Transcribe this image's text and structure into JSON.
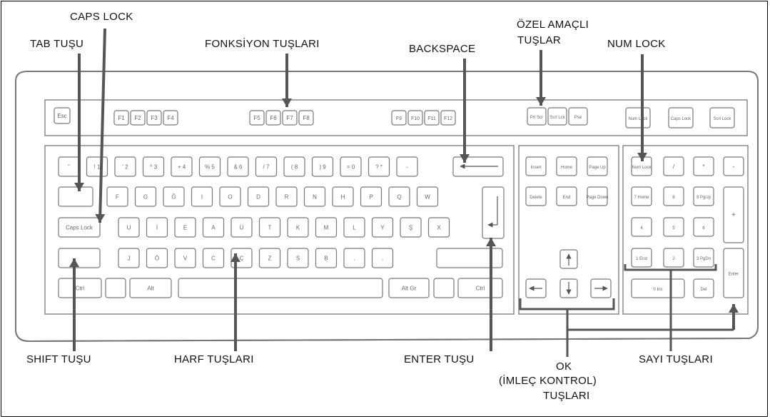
{
  "labels": {
    "caps_lock": "CAPS LOCK",
    "tab": "TAB TUŞU",
    "function_keys": "FONKSİYON TUŞLARI",
    "backspace": "BACKSPACE",
    "special_line1": "ÖZEL AMAÇLI",
    "special_line2": "TUŞLAR",
    "num_lock": "NUM LOCK",
    "shift": "SHIFT TUŞU",
    "letter_keys": "HARF TUŞLARI",
    "enter": "ENTER TUŞU",
    "arrow_line1": "OK",
    "arrow_line2": "(İMLEÇ KONTROL)",
    "arrow_line3": "TUŞLARI",
    "number_keys": "SAYI TUŞLARI"
  },
  "keys": {
    "esc": "Esc",
    "f1": "F1",
    "f2": "F2",
    "f3": "F3",
    "f4": "F4",
    "f5": "F5",
    "f6": "F6",
    "f7": "F7",
    "f8": "F8",
    "f9": "F9",
    "f10": "F10",
    "f11": "F11",
    "f12": "F12",
    "prtscr": "Prt Scr",
    "scrlk": "Scrl Lck",
    "pause": "Pse",
    "numlk_led": "Num Lock",
    "capslk_led": "Caps Lock",
    "scrlk_led": "Scrl Lock",
    "caps_lock": "Caps Lock",
    "alt": "Alt",
    "altgr": "Alt Gr",
    "ctrl_left": "Ctrl",
    "ctrl_right": "Ctrl",
    "insert": "Insert",
    "home": "Home",
    "pgup": "Page Up",
    "delete": "Delete",
    "end": "End",
    "pgdn": "Page Down",
    "numlock": "Num Lock",
    "np_div": "/",
    "np_mul": "*",
    "np_sub": "-",
    "np_add": "+",
    "np7": "7 Home",
    "np8": "8",
    "np9": "9 PgUp",
    "np4": "4",
    "np5": "5",
    "np6": "6",
    "np1": "1 End",
    "np2": "2",
    "np3": "3 PgDn",
    "np0": "0 Ins",
    "np_del": "Del",
    "np_enter": "Enter",
    "num_row": [
      "\"",
      "! 1",
      "' 2",
      "^ 3",
      "+ 4",
      "% 5",
      "& 6",
      "/ 7",
      "( 8",
      ") 9",
      "= 0",
      "? *",
      "-"
    ],
    "q_row": [
      "F",
      "G",
      "Ğ",
      "I",
      "O",
      "D",
      "R",
      "N",
      "H",
      "P",
      "Q",
      "W"
    ],
    "a_row": [
      "U",
      "İ",
      "E",
      "A",
      "Ü",
      "T",
      "K",
      "M",
      "L",
      "Y",
      "Ş",
      "X"
    ],
    "z_row": [
      "J",
      "Ö",
      "V",
      "C",
      "Ç",
      "Z",
      "S",
      "B",
      ".",
      ","
    ]
  }
}
